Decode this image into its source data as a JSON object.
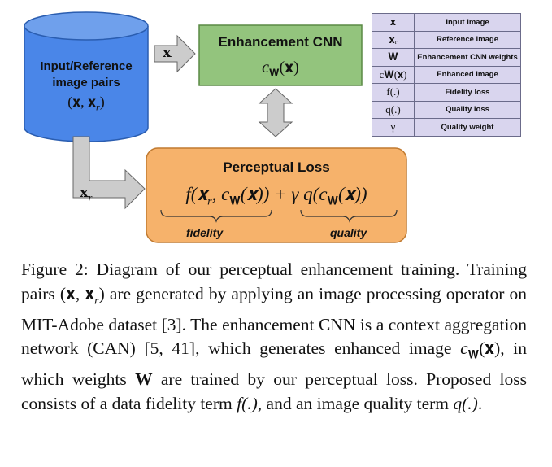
{
  "diagram": {
    "cylinder": {
      "title_line1": "Input/Reference",
      "title_line2": "image pairs",
      "formula": "(𝐱, 𝐱",
      "formula_sub": "r",
      "formula_end": ")"
    },
    "arrow_x_label": "𝐱",
    "arrow_xr_label": "𝐱",
    "arrow_xr_sub": "r",
    "enhancement": {
      "title": "Enhancement CNN",
      "formula": "c",
      "formula_sub": "𝐖",
      "formula_rest": "(𝐱)"
    },
    "perceptual": {
      "title": "Perceptual Loss",
      "formula_part1": "f(𝐱",
      "formula_sub1": "r",
      "formula_part2": ", c",
      "formula_sub2": "𝐖",
      "formula_part3": "(𝐱)) + γ q(c",
      "formula_sub3": "𝐖",
      "formula_part4": "(𝐱))",
      "fidelity_label": "fidelity",
      "quality_label": "quality"
    },
    "legend": [
      {
        "symbol": "𝐱",
        "description": "Input image"
      },
      {
        "symbol": "𝐱ᵣ",
        "description": "Reference image"
      },
      {
        "symbol": "𝐖",
        "description": "Enhancement CNN weights"
      },
      {
        "symbol": "c𝐖(𝐱)",
        "description": "Enhanced image"
      },
      {
        "symbol": "f(.)",
        "description": "Fidelity loss"
      },
      {
        "symbol": "q(.)",
        "description": "Quality loss"
      },
      {
        "symbol": "γ",
        "description": "Quality weight"
      }
    ]
  },
  "caption": {
    "p1": "Figure 2: Diagram of our perceptual enhancement training. Training pairs ",
    "m1": "(𝐱, 𝐱",
    "m1_sub": "r",
    "m1_end": ")",
    "p2": " are generated by applying an image processing operator on MIT-Adobe dataset [3]. The enhancement CNN is a context aggregation network (CAN) [5, 41], which generates enhanced image ",
    "m2": "c",
    "m2_sub": "𝐖",
    "m2_end": "(𝐱)",
    "p3": ", in which weights ",
    "m3": "W",
    "p4": " are trained by our perceptual loss. Proposed loss consists of a data fidelity term ",
    "m4": "f(.)",
    "p5": ", and an image quality term ",
    "m5": "q(.)",
    "p6": "."
  },
  "colors": {
    "cylinder_blue": "#4a86e8",
    "enhancement_green": "#93c47d",
    "perceptual_orange": "#f6b26b",
    "arrow_gray": "#cccccc",
    "legend_purple": "#d9d5ee"
  }
}
